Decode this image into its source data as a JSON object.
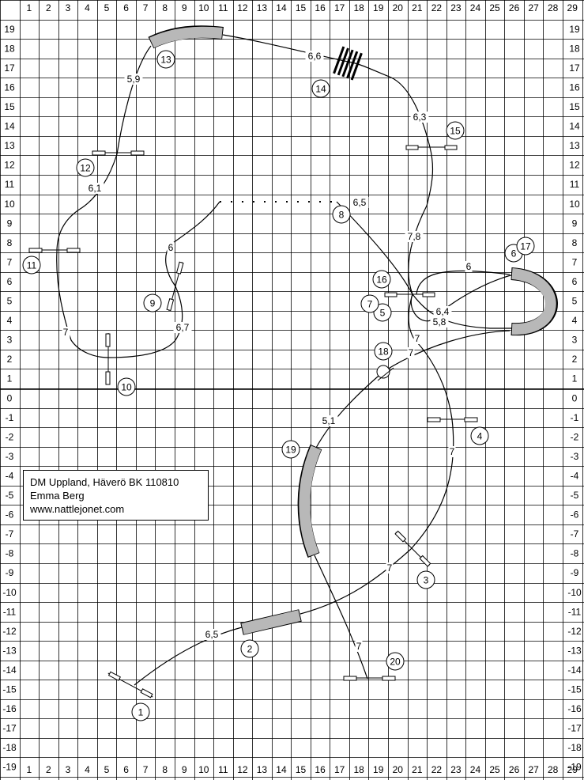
{
  "info": {
    "line1": "DM Uppland, Häverö BK 110810",
    "line2": "Emma Berg",
    "line3": "www.nattlejonet.com"
  },
  "grid": {
    "columns": [
      "1",
      "2",
      "3",
      "4",
      "5",
      "6",
      "7",
      "8",
      "9",
      "10",
      "11",
      "12",
      "13",
      "14",
      "15",
      "16",
      "17",
      "18",
      "19",
      "20",
      "21",
      "22",
      "23",
      "24",
      "25",
      "26",
      "27",
      "28",
      "29"
    ],
    "rows": [
      "19",
      "18",
      "17",
      "16",
      "15",
      "14",
      "13",
      "12",
      "11",
      "10",
      "9",
      "8",
      "7",
      "6",
      "5",
      "4",
      "3",
      "2",
      "1",
      "0",
      "-1",
      "-2",
      "-3",
      "-4",
      "-5",
      "-6",
      "-7",
      "-8",
      "-9",
      "-10",
      "-11",
      "-12",
      "-13",
      "-14",
      "-15",
      "-16",
      "-17",
      "-18",
      "-19"
    ]
  },
  "obstacles": [
    "1",
    "2",
    "3",
    "4",
    "5",
    "6",
    "7",
    "8",
    "9",
    "10",
    "11",
    "12",
    "13",
    "14",
    "15",
    "16",
    "17",
    "18",
    "19",
    "20"
  ],
  "distances": [
    "6,5",
    "7",
    "7",
    "7",
    "5,1",
    "7",
    "7",
    "6,4",
    "6",
    "7,8",
    "6,3",
    "6,6",
    "5,9",
    "6,1",
    "7",
    "6,7",
    "6",
    "6,5",
    "5,8",
    "7"
  ]
}
